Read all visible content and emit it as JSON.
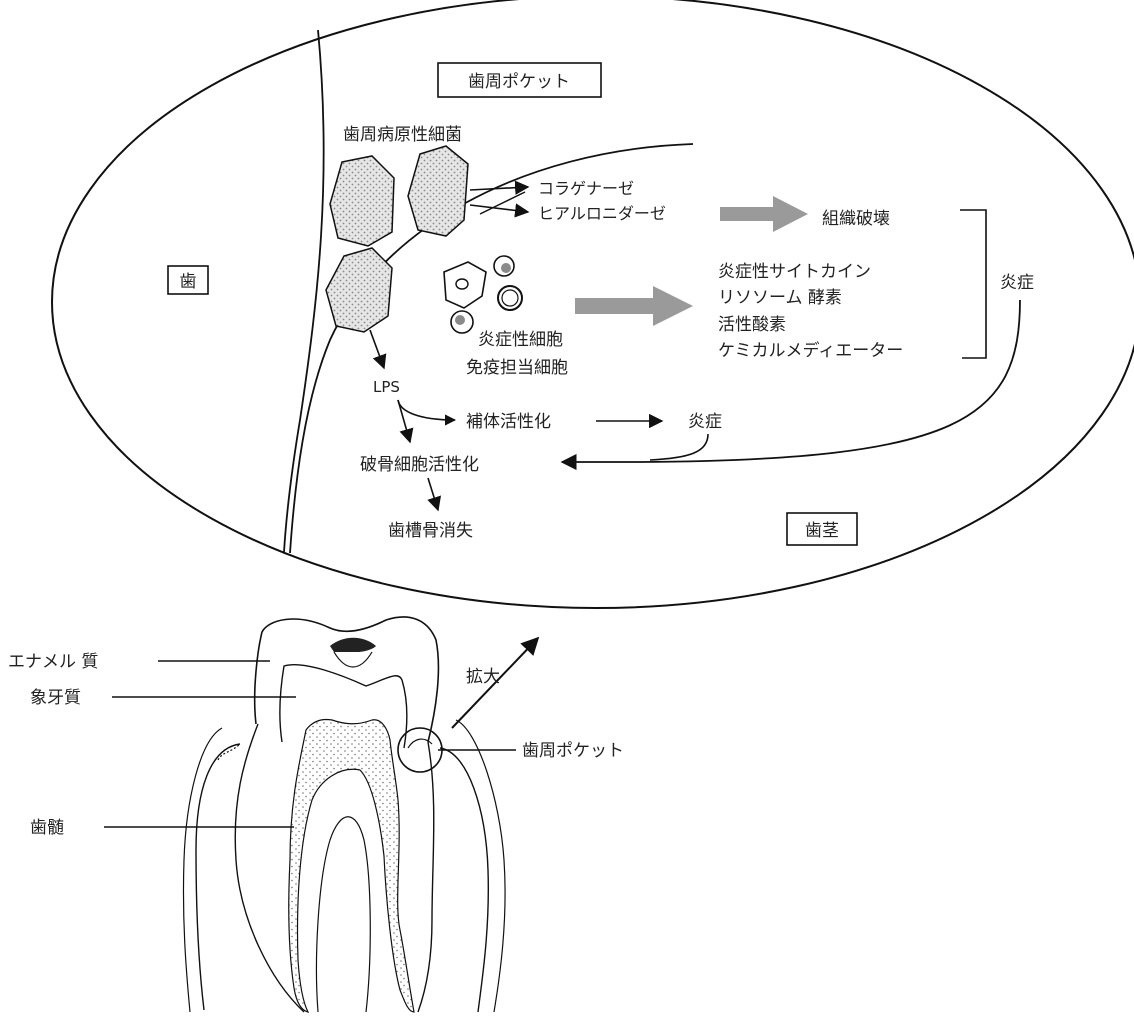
{
  "enlarged_view": {
    "labels": {
      "periodontal_pocket_box": "歯周ポケット",
      "tooth_box": "歯",
      "gingiva_box": "歯茎",
      "pathogenic_bacteria": "歯周病原性細菌",
      "collagenase": "コラゲナーゼ",
      "hyaluronidase": "ヒアルロニダーゼ",
      "tissue_destruction": "組織破壊",
      "inflammatory_cytokine": "炎症性サイトカイン",
      "lysosome_enzyme": "リソソーム 酵素",
      "active_oxygen": "活性酸素",
      "chemical_mediator": "ケミカルメディエーター",
      "inflammation_bracket": "炎症",
      "inflammatory_cells": "炎症性細胞",
      "immune_cells": "免疫担当細胞",
      "lps": "LPS",
      "complement_activation": "補体活性化",
      "inflammation_small": "炎症",
      "osteoclast_activation": "破骨細胞活性化",
      "alveolar_bone_loss": "歯槽骨消失"
    }
  },
  "tooth_view": {
    "labels": {
      "enamel": "エナメル 質",
      "dentin": "象牙質",
      "pulp": "歯髄",
      "periodontal_pocket": "歯周ポケット",
      "magnified": "拡大"
    }
  }
}
